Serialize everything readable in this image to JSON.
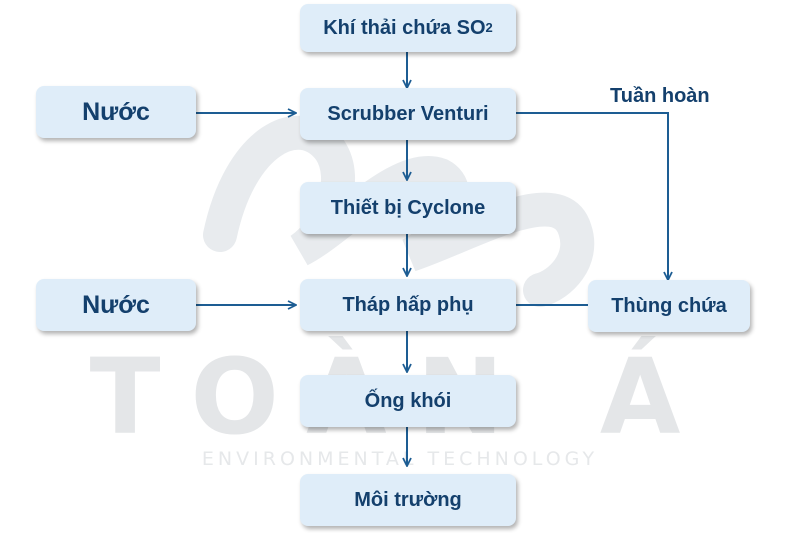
{
  "watermark": {
    "brand": "TOÀN Á",
    "tagline": "ENVIRONMENTAL TECHNOLOGY"
  },
  "nodes": {
    "source_main": "Khí thải chứa SO",
    "source_sub": "2",
    "water_1": "Nước",
    "venturi": "Scrubber Venturi",
    "cyclone": "Thiết bị Cyclone",
    "water_2": "Nước",
    "absorber": "Tháp hấp phụ",
    "tank": "Thùng chứa",
    "chimney": "Ống khói",
    "environment": "Môi trường"
  },
  "edge_labels": {
    "recirculation": "Tuần hoàn"
  },
  "colors": {
    "box_fill": "#dfedf9",
    "text": "#14406d",
    "arrow": "#1d5d93",
    "watermark": "#e4e6e8"
  }
}
